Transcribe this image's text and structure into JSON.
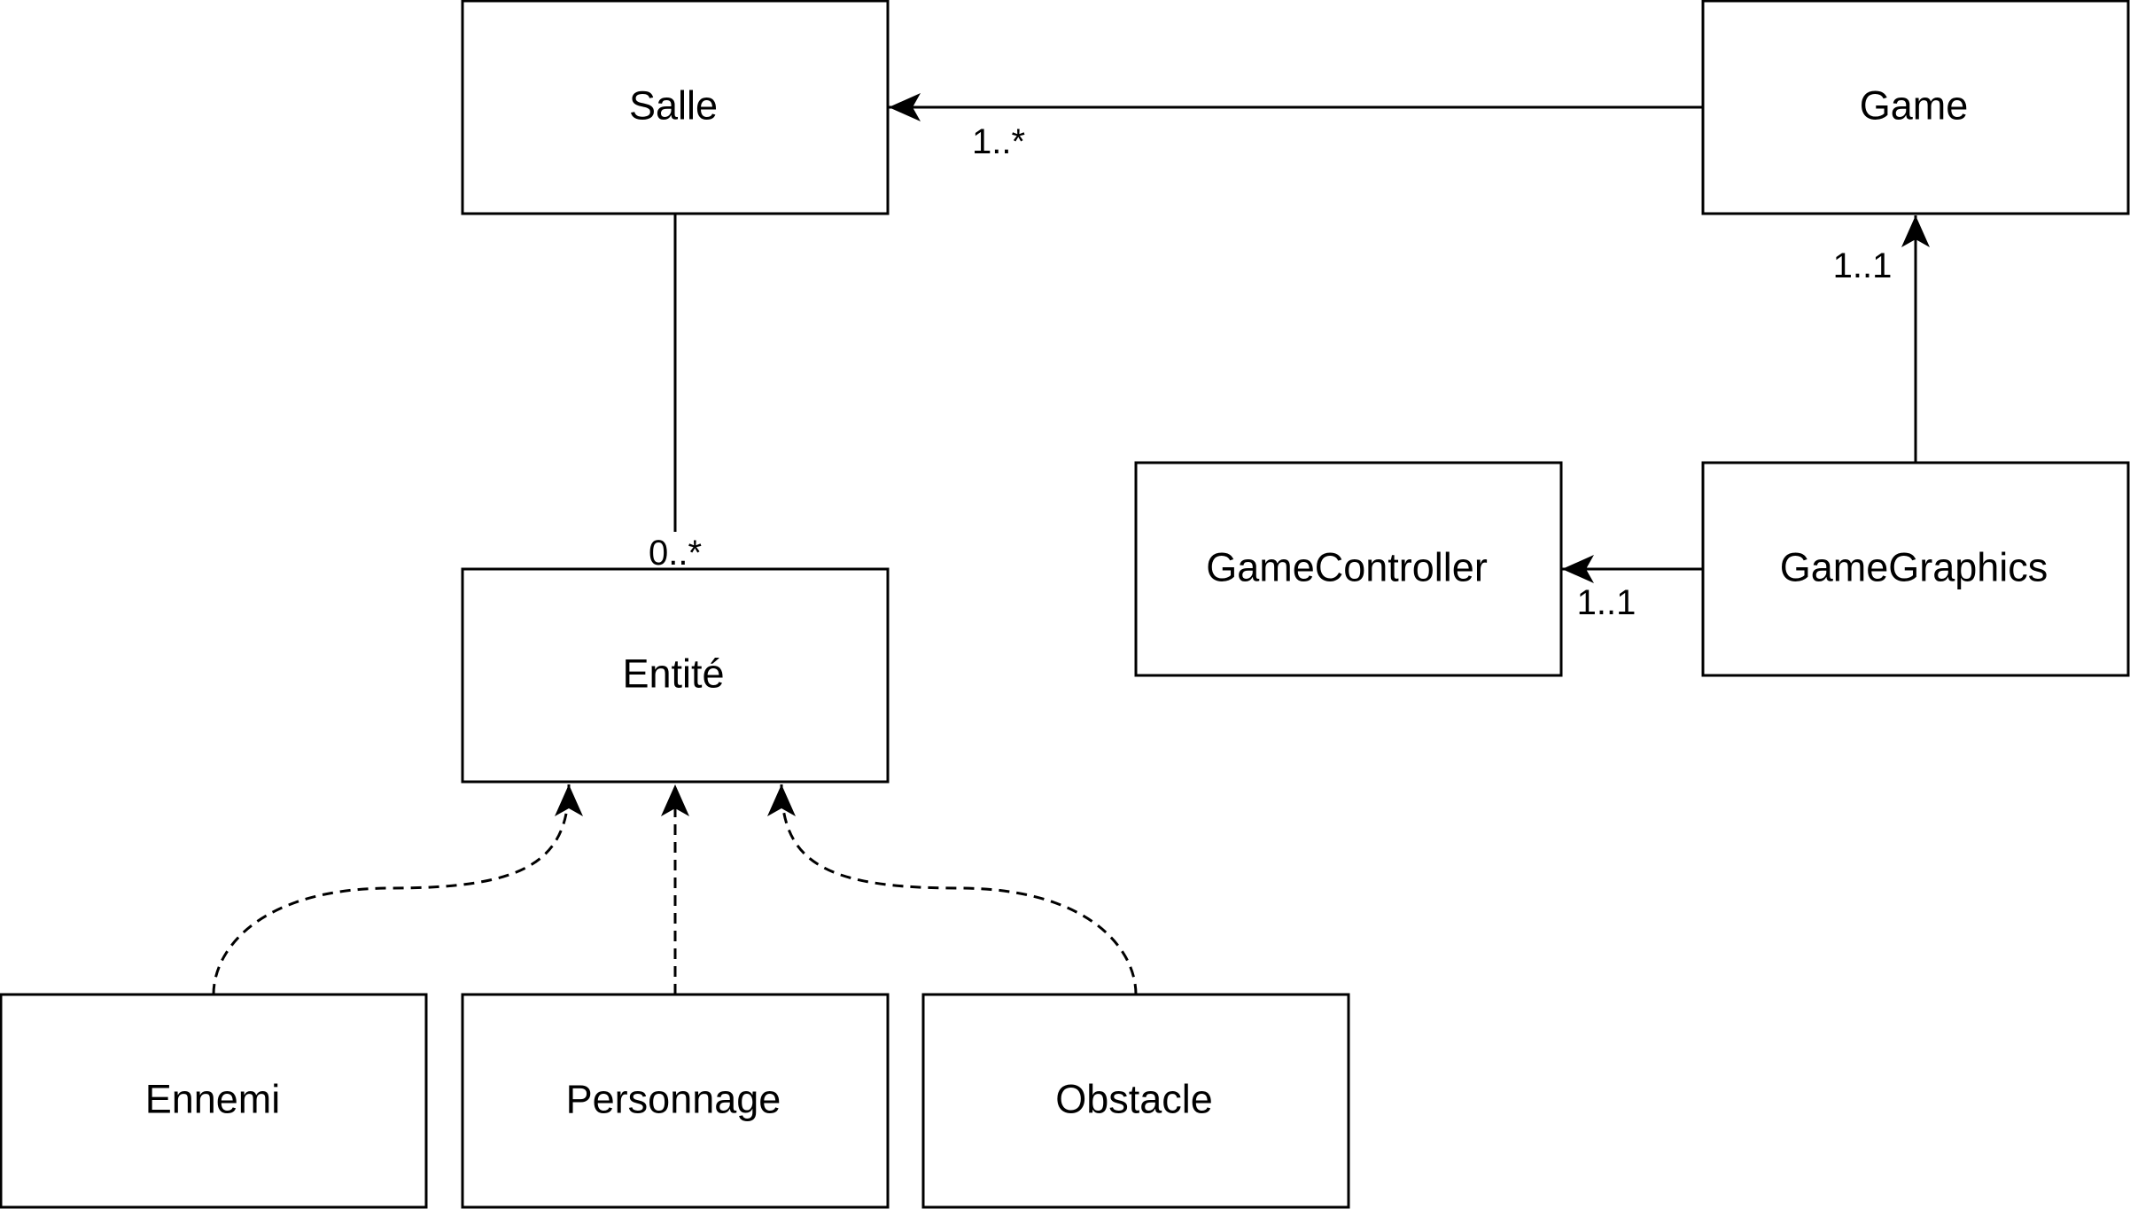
{
  "classes": {
    "salle": "Salle",
    "game": "Game",
    "entite": "Entité",
    "game_controller": "GameController",
    "game_graphics": "GameGraphics",
    "ennemi": "Ennemi",
    "personnage": "Personnage",
    "obstacle": "Obstacle"
  },
  "multiplicities": {
    "game_to_salle": "1..*",
    "graphics_to_game": "1..1",
    "graphics_to_controller": "1..1",
    "salle_to_entite": "0..*"
  }
}
